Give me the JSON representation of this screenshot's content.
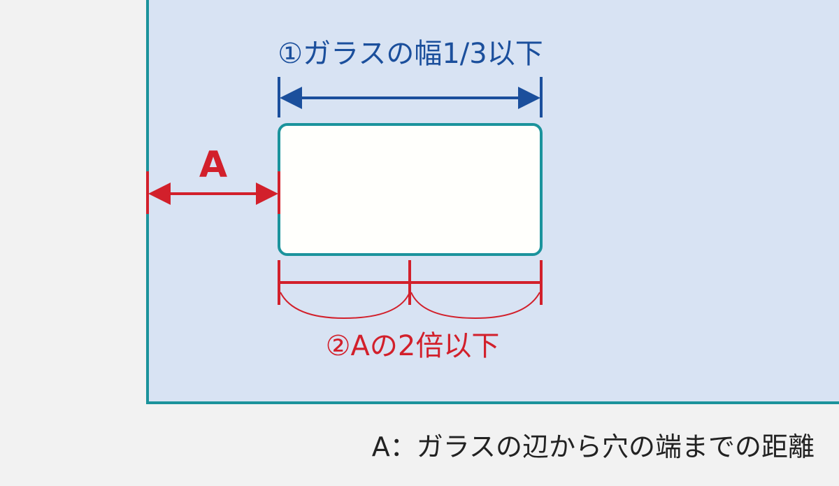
{
  "labels": {
    "width_rule": "①ガラスの幅1/3以下",
    "distance_marker": "A",
    "spacing_rule": "②Aの2倍以下",
    "caption": "A：ガラスの辺から穴の端までの距離"
  },
  "colors": {
    "background": "#f2f2f2",
    "glass": "#d8e3f3",
    "glass_border": "#1b939c",
    "hole_fill": "#fffffc",
    "blue": "#1b4f9c",
    "red": "#d2202b"
  }
}
